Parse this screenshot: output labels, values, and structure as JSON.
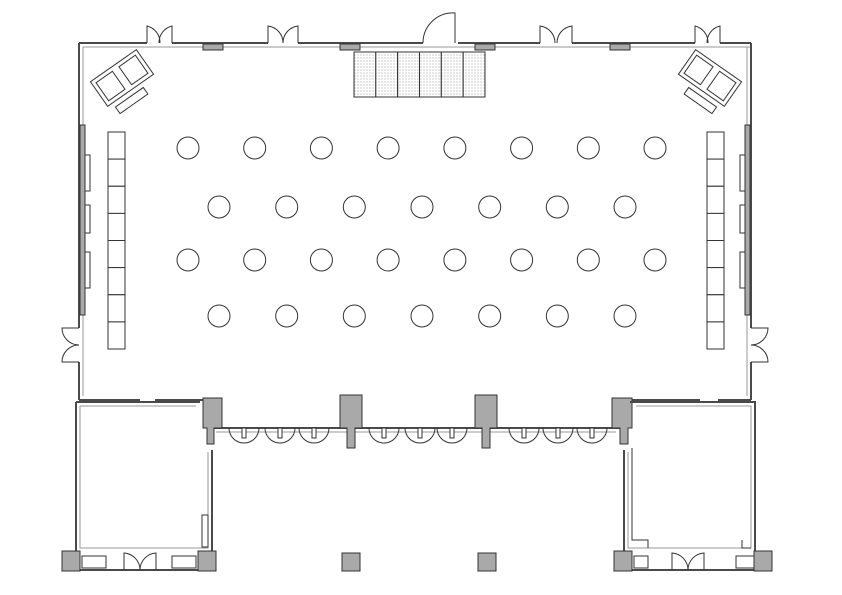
{
  "plan": {
    "round_table_rows": [
      8,
      7,
      8,
      7
    ],
    "buffet_table_segments": 8,
    "stage_sections": 6,
    "colors": {
      "wall": "#4a4a4a",
      "column_fill": "#a9a9a9",
      "line": "#333333",
      "background": "#ffffff"
    }
  }
}
